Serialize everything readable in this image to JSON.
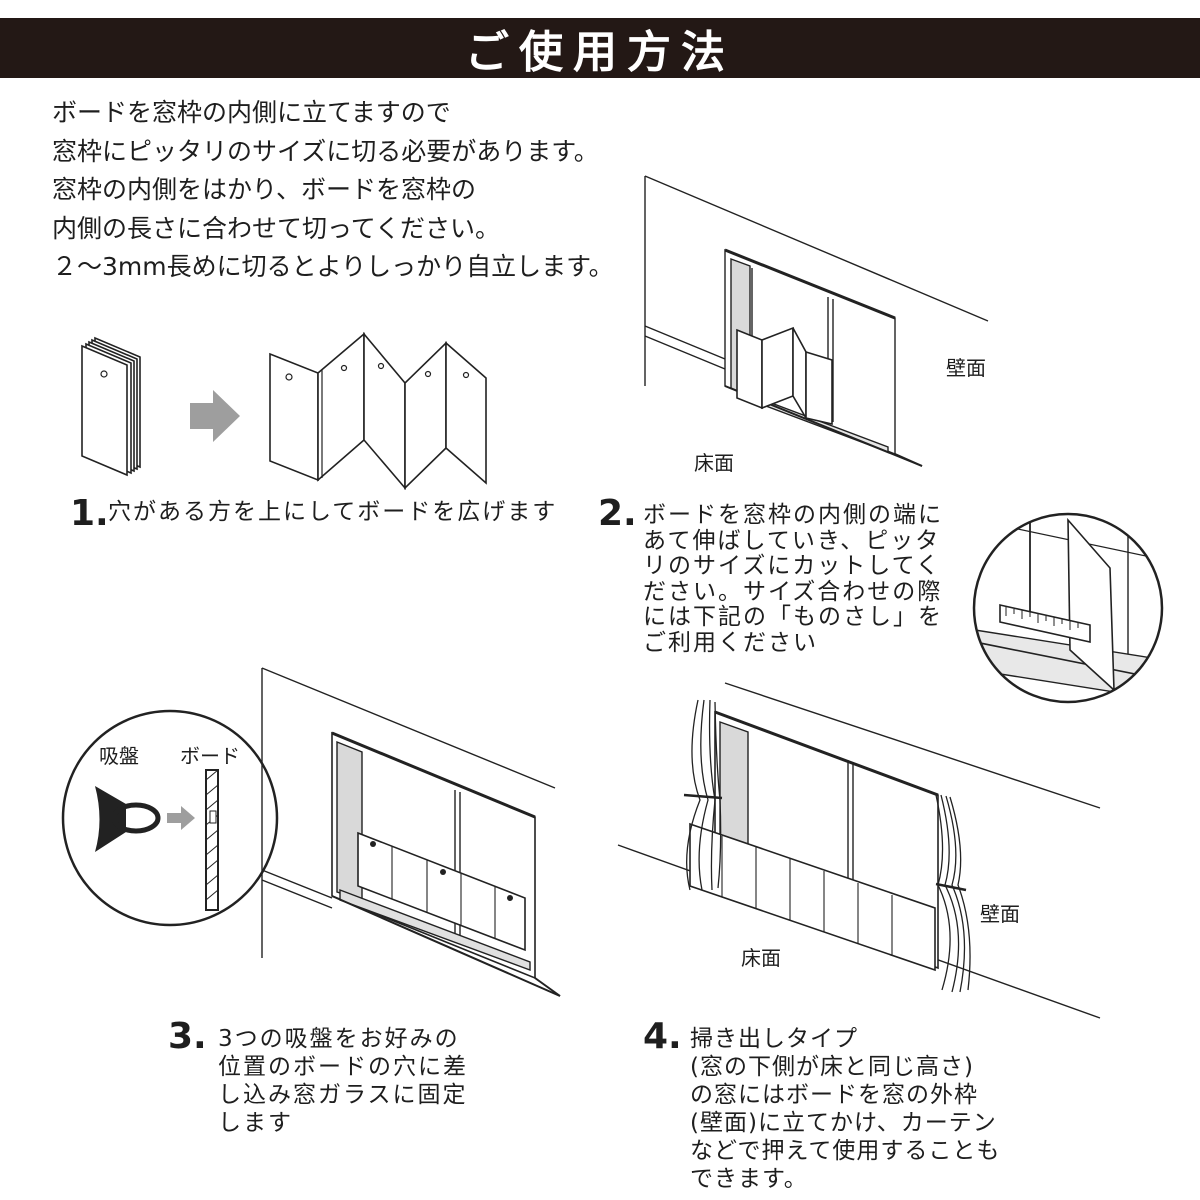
{
  "header": {
    "title": "ご使用方法"
  },
  "intro": {
    "lines": [
      "ボードを窓枠の内側に立てますので",
      "窓枠にピッタリのサイズに切る必要があります。",
      "窓枠の内側をはかり、ボードを窓枠の",
      "内側の長さに合わせて切ってください。",
      "２〜3mm長めに切るとよりしっかり自立します。"
    ]
  },
  "labels": {
    "wall": "壁面",
    "floor": "床面",
    "suction": "吸盤",
    "board": "ボード"
  },
  "steps": [
    {
      "num": "1.",
      "lines": [
        "穴がある方を上にしてボードを広げます"
      ]
    },
    {
      "num": "2.",
      "lines": [
        "ボードを窓枠の内側の端に",
        "あて伸ばしていき、ピッタ",
        "リのサイズにカットしてく",
        "ださい。サイズ合わせの際",
        "には下記の「ものさし」を",
        "ご利用ください"
      ]
    },
    {
      "num": "3.",
      "lines": [
        "3つの吸盤をお好みの",
        "位置のボードの穴に差",
        "し込み窓ガラスに固定",
        "します"
      ]
    },
    {
      "num": "4.",
      "lines": [
        "掃き出しタイプ",
        "(窓の下側が床と同じ高さ)",
        "の窓にはボードを窓の外枠",
        "(壁面)に立てかけ、カーテン",
        "などで押えて使用することも",
        "できます。"
      ]
    }
  ]
}
